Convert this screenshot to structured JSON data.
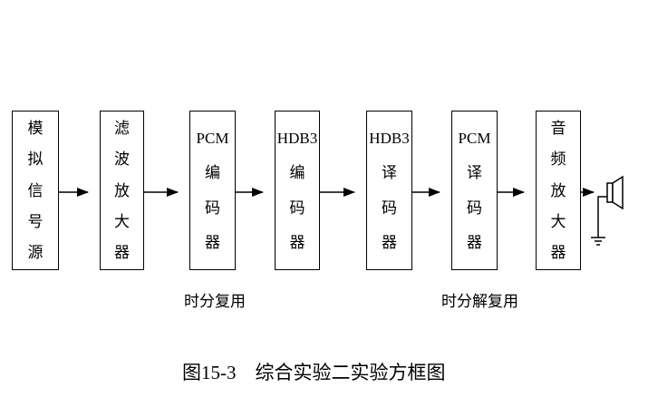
{
  "diagram": {
    "boxes": [
      {
        "name": "analog-signal-source",
        "lines": [
          "模",
          "拟",
          "信",
          "号",
          "源"
        ]
      },
      {
        "name": "filter-amplifier",
        "lines": [
          "滤",
          "波",
          "放",
          "大",
          "器"
        ]
      },
      {
        "name": "pcm-encoder",
        "lines": [
          "PCM",
          "编",
          "码",
          "器"
        ]
      },
      {
        "name": "hdb3-encoder",
        "lines": [
          "HDB3",
          "编",
          "码",
          "器"
        ]
      },
      {
        "name": "hdb3-decoder",
        "lines": [
          "HDB3",
          "译",
          "码",
          "器"
        ]
      },
      {
        "name": "pcm-decoder",
        "lines": [
          "PCM",
          "译",
          "码",
          "器"
        ]
      },
      {
        "name": "audio-amplifier",
        "lines": [
          "音",
          "频",
          "放",
          "大",
          "器"
        ]
      }
    ],
    "annotations": {
      "tdm_label": "时分复用",
      "tdm_demux_label": "时分解复用"
    },
    "caption": "图15-3　综合实验二实验方框图",
    "icons": {
      "arrow": "arrow-right-icon",
      "speaker": "speaker-icon",
      "ground": "ground-icon"
    },
    "colors": {
      "line": "#000000",
      "background": "#ffffff"
    }
  }
}
